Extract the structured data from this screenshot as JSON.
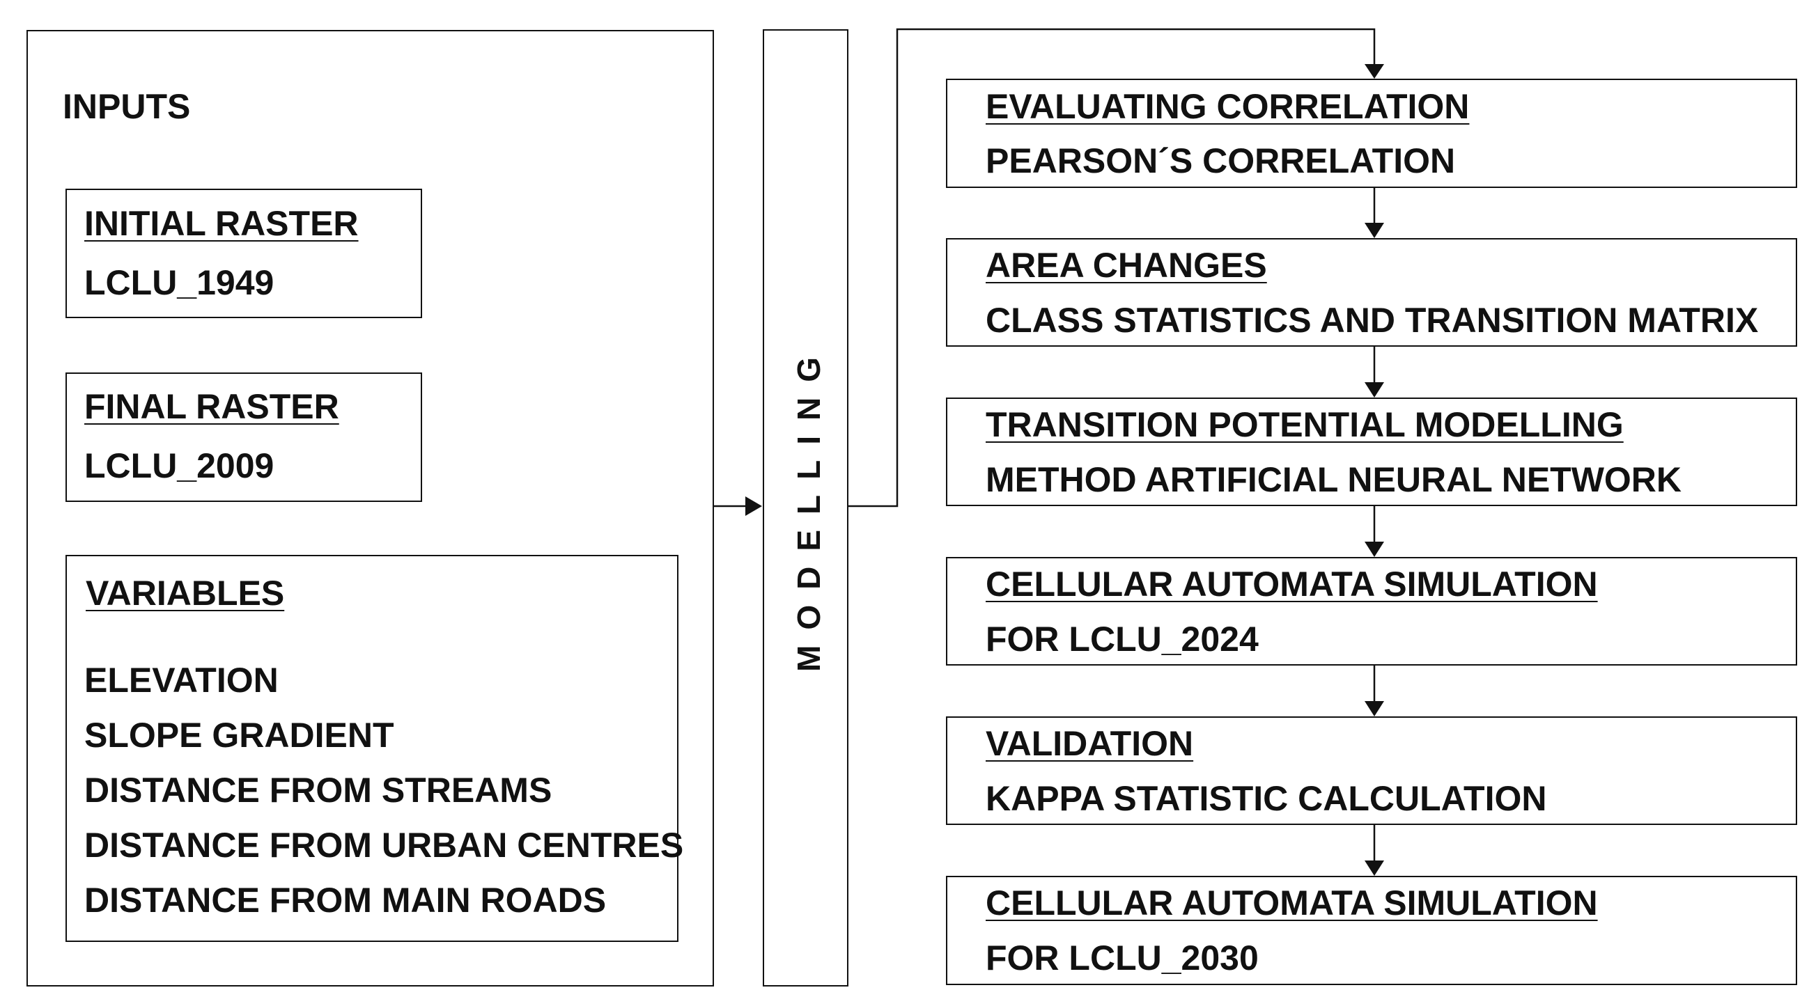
{
  "inputs": {
    "title": "INPUTS",
    "initial_raster": {
      "heading": "INITIAL RASTER",
      "value": "LCLU_1949"
    },
    "final_raster": {
      "heading": "FINAL RASTER",
      "value": "LCLU_2009"
    },
    "variables": {
      "heading": "VARIABLES",
      "items": [
        "ELEVATION",
        "SLOPE GRADIENT",
        "DISTANCE FROM STREAMS",
        "DISTANCE FROM URBAN CENTRES",
        "DISTANCE FROM MAIN ROADS"
      ]
    }
  },
  "modelling_label": "MODELLING",
  "steps": [
    {
      "heading": "EVALUATING CORRELATION",
      "detail": "PEARSON´S CORRELATION"
    },
    {
      "heading": "AREA CHANGES",
      "detail": "CLASS STATISTICS AND TRANSITION MATRIX"
    },
    {
      "heading": "TRANSITION POTENTIAL MODELLING",
      "detail": "METHOD ARTIFICIAL NEURAL NETWORK"
    },
    {
      "heading": "CELLULAR AUTOMATA SIMULATION",
      "detail": "FOR LCLU_2024"
    },
    {
      "heading": "VALIDATION",
      "detail": "KAPPA STATISTIC CALCULATION"
    },
    {
      "heading": "CELLULAR AUTOMATA SIMULATION",
      "detail": "FOR LCLU_2030"
    }
  ]
}
